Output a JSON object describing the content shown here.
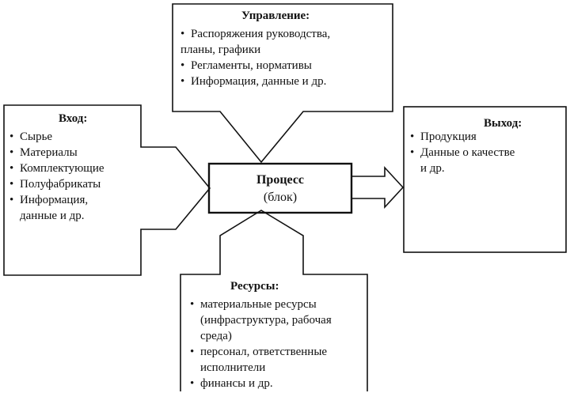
{
  "control": {
    "title": "Управление:",
    "items": [
      [
        "Распоряжения руководства,",
        "планы, графики"
      ],
      [
        "Регламенты, нормативы"
      ],
      [
        "Информация, данные и др."
      ]
    ]
  },
  "input": {
    "title": "Вход:",
    "items": [
      [
        "Сырье"
      ],
      [
        "Материалы"
      ],
      [
        "Комплектующие"
      ],
      [
        "Полуфабрикаты"
      ],
      [
        "Информация,",
        "данные и др."
      ]
    ]
  },
  "output": {
    "title": "Выход:",
    "items": [
      [
        "Продукция"
      ],
      [
        "Данные о качестве",
        "и др."
      ]
    ]
  },
  "process": {
    "title": "Процесс",
    "subtitle": "(блок)"
  },
  "resources": {
    "title": "Ресурсы:",
    "items": [
      [
        "материальные ресурсы",
        "(инфраструктура, рабочая",
        "среда)"
      ],
      [
        "персонал, ответственные",
        "исполнители"
      ],
      [
        "финансы и др."
      ]
    ]
  },
  "colors": {
    "stroke": "#111111",
    "background": "#ffffff"
  }
}
